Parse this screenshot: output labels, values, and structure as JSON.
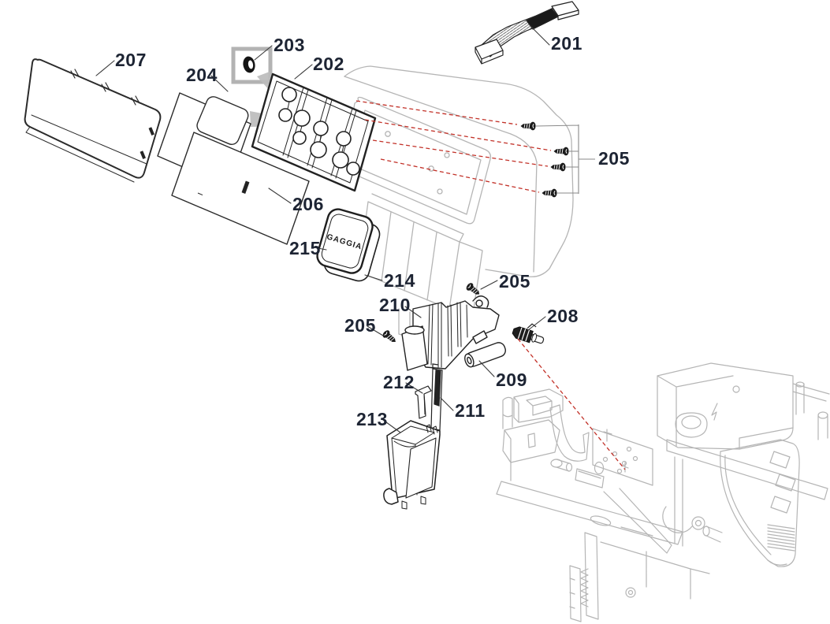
{
  "diagram": {
    "badge_text": "GAGGIA",
    "colors": {
      "label_text": "#1d2433",
      "dark_line": "#2b2b2b",
      "light_line": "#b5b5b5",
      "leader_line": "#3a3a3a",
      "red_dashed": "#c23128",
      "gray_arrow": "#bcbcbc"
    },
    "labels": [
      {
        "id": "201",
        "text": "201"
      },
      {
        "id": "202",
        "text": "202"
      },
      {
        "id": "203",
        "text": "203"
      },
      {
        "id": "204",
        "text": "204"
      },
      {
        "id": "205-right",
        "text": "205"
      },
      {
        "id": "205-mid",
        "text": "205"
      },
      {
        "id": "205-left",
        "text": "205"
      },
      {
        "id": "206",
        "text": "206"
      },
      {
        "id": "207",
        "text": "207"
      },
      {
        "id": "208",
        "text": "208"
      },
      {
        "id": "209",
        "text": "209"
      },
      {
        "id": "210",
        "text": "210"
      },
      {
        "id": "211",
        "text": "211"
      },
      {
        "id": "212",
        "text": "212"
      },
      {
        "id": "213",
        "text": "213"
      },
      {
        "id": "214",
        "text": "214"
      },
      {
        "id": "215",
        "text": "215"
      }
    ]
  }
}
